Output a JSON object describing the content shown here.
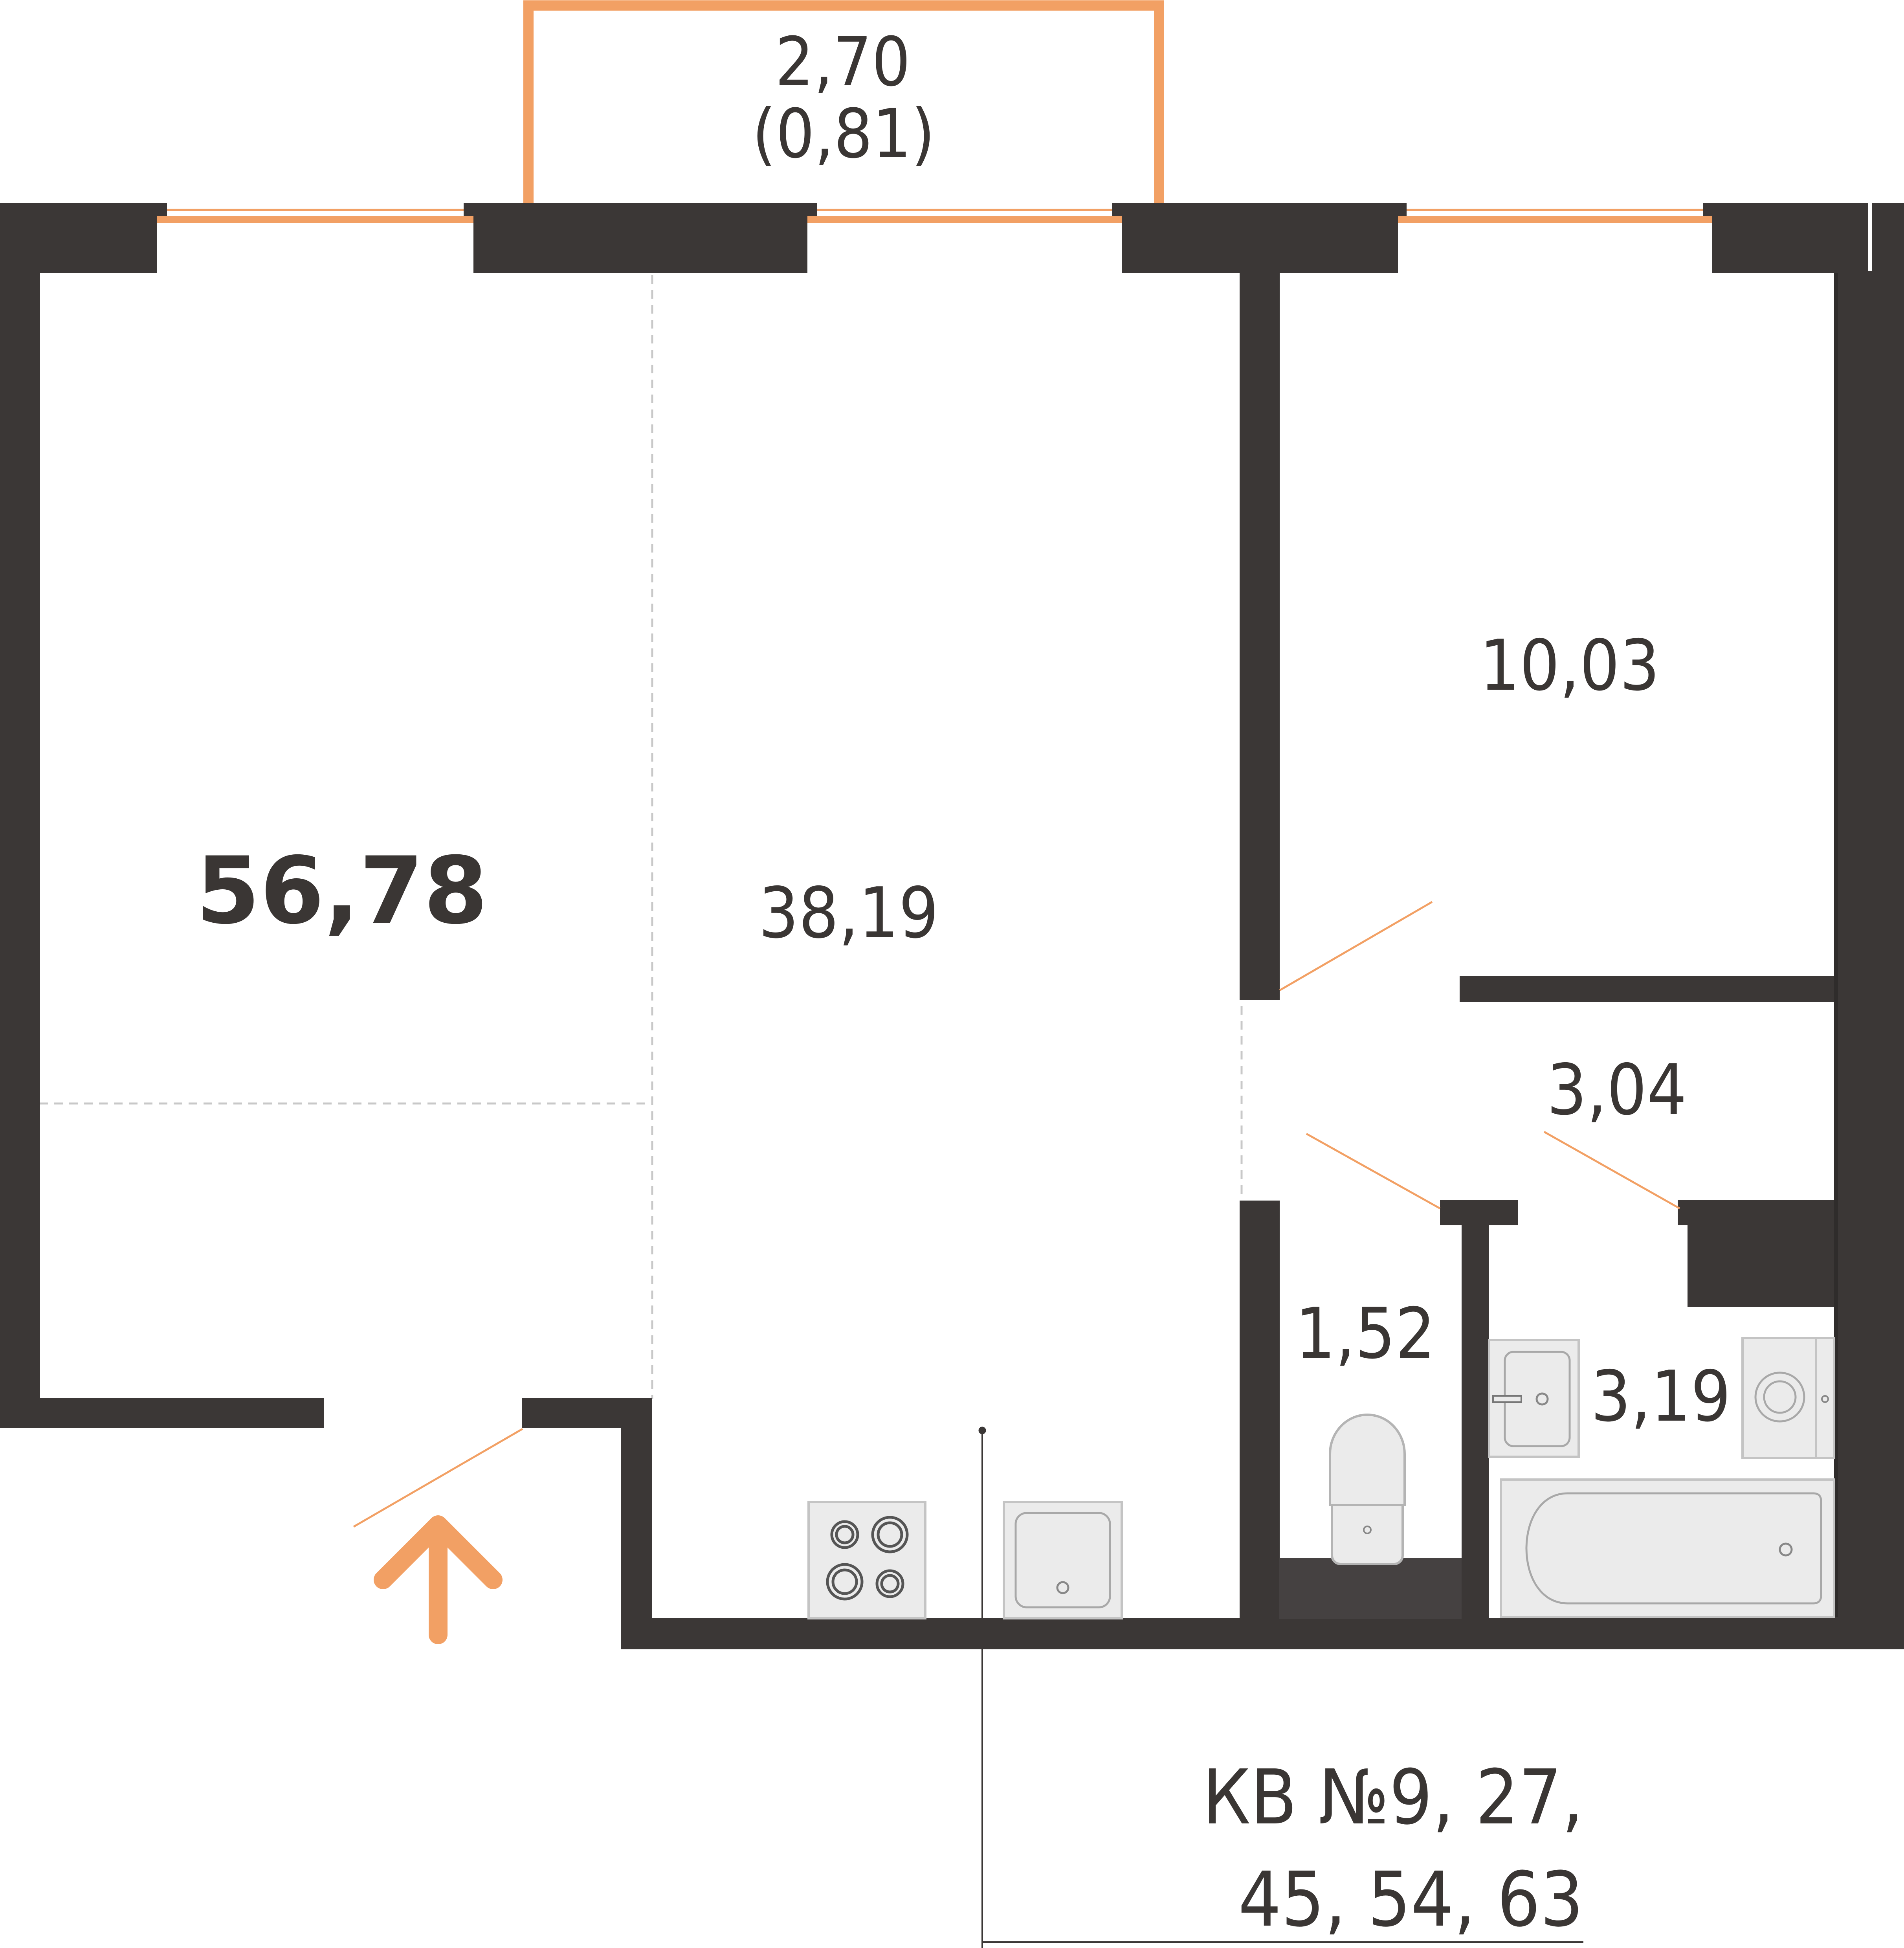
{
  "plan": {
    "total_area": "56,78",
    "balcony": {
      "area": "2,70",
      "area_reduced": "(0,81)"
    },
    "rooms": [
      {
        "id": "living-kitchen",
        "area": "38,19"
      },
      {
        "id": "bedroom",
        "area": "10,03"
      },
      {
        "id": "hall",
        "area": "3,04"
      },
      {
        "id": "toilet",
        "area": "1,52"
      },
      {
        "id": "bathroom",
        "area": "3,19"
      }
    ],
    "apartments_line1": "КВ №9, 27,",
    "apartments_line2": "45, 54, 63",
    "colors": {
      "wall": "#3b3736",
      "accent": "#f2a064",
      "fixture_fill": "#ebebeb",
      "fixture_stroke": "#c4c4c4"
    },
    "icons": [
      "entrance-arrow-icon",
      "stove-icon",
      "sink-icon",
      "toilet-icon",
      "washbasin-icon",
      "washing-machine-icon",
      "bathtub-icon"
    ]
  }
}
